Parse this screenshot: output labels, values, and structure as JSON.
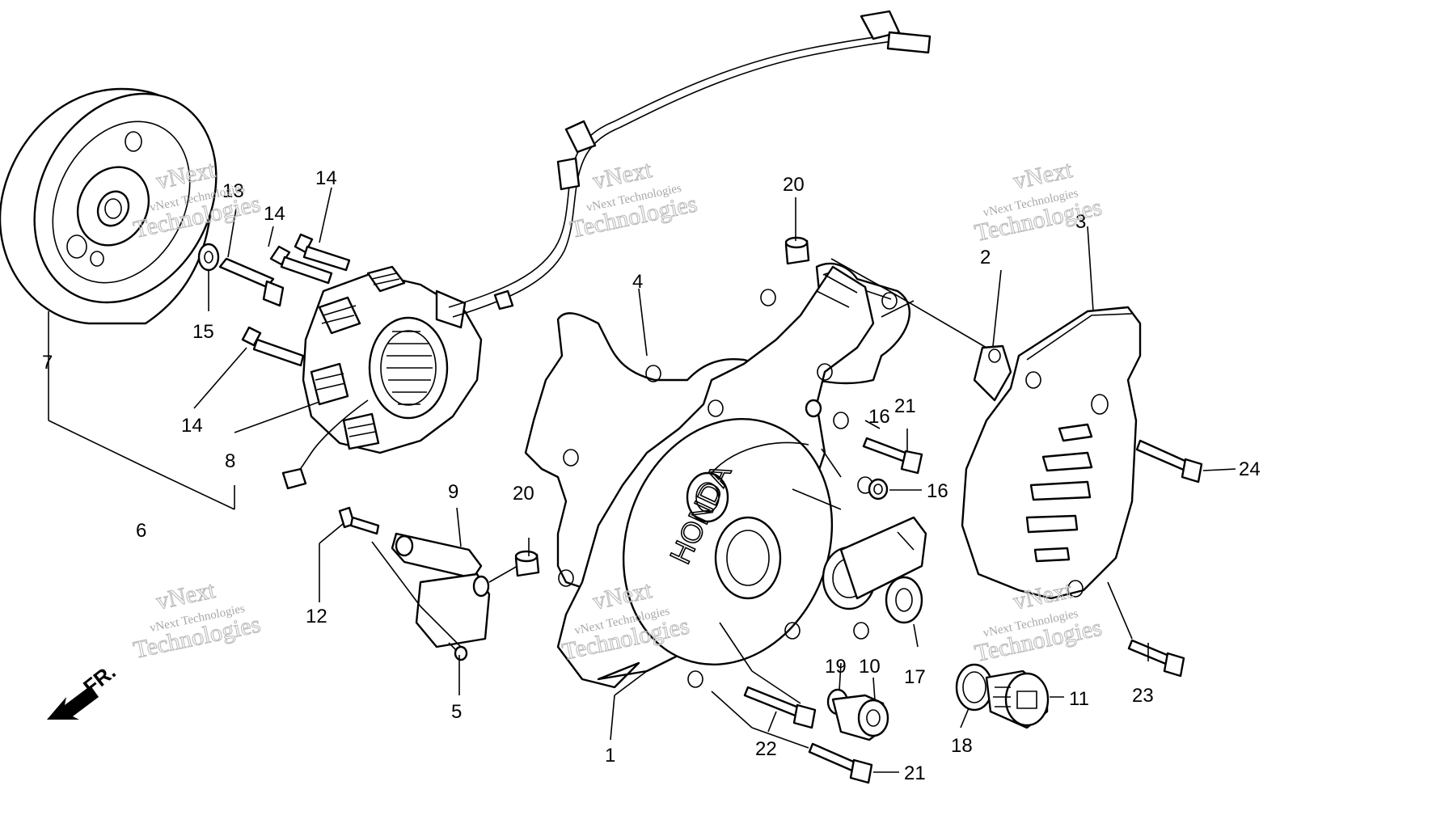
{
  "callouts": {
    "c1": "1",
    "c2": "2",
    "c3": "3",
    "c4": "4",
    "c5": "5",
    "c6": "6",
    "c7": "7",
    "c8": "8",
    "c9": "9",
    "c10": "10",
    "c11": "11",
    "c12": "12",
    "c13": "13",
    "c14a": "14",
    "c14b": "14",
    "c14c": "14",
    "c15": "15",
    "c16a": "16",
    "c16b": "16",
    "c17": "17",
    "c18": "18",
    "c19": "19",
    "c20a": "20",
    "c20b": "20",
    "c21a": "21",
    "c21b": "21",
    "c22": "22",
    "c23": "23",
    "c24": "24"
  },
  "cover_text": "HONDA",
  "direction_label": "FR.",
  "watermark": {
    "line1": "vNext Technologies",
    "line2": "vNext",
    "line3": "Technologies"
  },
  "colors": {
    "ink": "#000000",
    "paper": "#ffffff",
    "watermark": "#b0b0b0"
  }
}
